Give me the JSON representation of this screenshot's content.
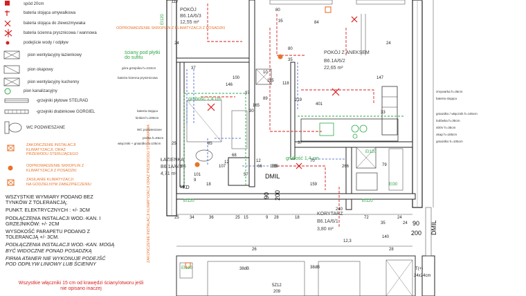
{
  "legend": {
    "items": [
      {
        "label": "bateria stojąca umywalkowa",
        "icon": "faucet-red-icon"
      },
      {
        "label": "bateria stojąca do zlewozmywaka",
        "icon": "sink-faucet-icon"
      },
      {
        "label": "bateria ścienna prysznicowa / wannowa",
        "icon": "shower-faucet-icon"
      },
      {
        "label": "podejście wody / odpływ",
        "icon": "water-point-icon"
      },
      {
        "label": "pion wentylacyjny łazienkowy",
        "icon": "bath-vent-shaft-icon"
      },
      {
        "label": "pion okapowy",
        "icon": "hood-shaft-icon"
      },
      {
        "label": "pion wentylacyjny kuchenny",
        "icon": "kitchen-vent-shaft-icon"
      },
      {
        "label": "pion kanalizacyjny",
        "icon": "sewer-shaft-icon"
      },
      {
        "label": "-grzejniki płytowe STELRAD",
        "icon": "panel-radiator-icon"
      },
      {
        "label": "-grzejniki drabinkowe GORGIEL",
        "icon": "ladder-radiator-icon"
      },
      {
        "label": "WC PODWIESZANE",
        "icon": "wall-wc-icon"
      }
    ],
    "top_note": "spód 20cm",
    "orange_items": [
      {
        "label": "ZAKOŃCZENIE INSTALACJI\nKLIMATYZACJI, ORAZ\nPRZEWODU STERUJĄCEGO",
        "icon": "ac-end-icon"
      },
      {
        "label": "ODPROWADZENIE SKROPLIN Z\nKLIMATYZACJI Z POSADZKI",
        "icon": "condensate-drain-icon"
      },
      {
        "label": "ZASILANIE KLIMATYZACJI\nNA GODZIELNYM ZABEZPIECZENIU",
        "icon": "ac-power-icon"
      }
    ]
  },
  "notes": [
    "WSZYSTKIE WYMIARY PODANO BEZ TYNKÓW Z TOLERANCJĄ;",
    "PUNKT. ELEKTRYCZNYCH : +/- 3cm",
    "PODŁĄCZENIA INSTALACJI WOD.-KAN. I GRZEJNIKÓW: +/- 2cm",
    "WYSOKOŚĆ PARAPETU PODANO Z TOLERANCJĄ +/- 3cm.",
    "PODŁĄCZENIA INSTALACJI WOD.-KAN. MOGĄ BYĆ WIDOCZNE PONAD POSADZKĄ",
    "FIRMA ATANER NIE WYKONUJE PODEJŚĆ POD ODPŁYW LINIOWY LUB ŚCIENNY"
  ],
  "footnote": "Wszystkie włączniki 15 cm od krawędzi ściany/otworu jeśli nie opisano inaczej",
  "rooms": [
    {
      "name": "POKÓJ",
      "id": "B6.1A/6/3",
      "area": "12,55 m²"
    },
    {
      "name": "POKÓJ Z ANEKSEM",
      "id": "B6.1A/6/2",
      "area": "22,65 m²"
    },
    {
      "name": "ŁAZIENKA",
      "id": "B6.1A/6/4",
      "area": "4,71 m²"
    },
    {
      "name": "KORYTARZ",
      "id": "B6.1A/6/1",
      "area": "3,80 m²"
    }
  ],
  "plan_labels": {
    "walls_note": "ściany pod płytki\ndo sufitu",
    "thickness_1": "grubość 1,4 cm",
    "thickness_2": "grubość 1,4 cm",
    "ac_drain_1": "ODPROWADZENIE SKROPLIN Z\nKLIMATYZACJI Z POSADZKI",
    "ac_drain_2": "ZAKOŃCZENIE INSTALACJI\nKLIMATYZACJI ORAZ\nPRZEWODU STEROWANIA",
    "dmil_1": "DMIL",
    "dmil_2": "DMIL",
    "kd": "KD",
    "ei_labels": [
      "EI120",
      "EI120",
      "EI120",
      "EI120",
      "EI120",
      "EI30"
    ],
    "bath_notes": [
      "góra grzejnika h=210cm",
      "bateria ścienna prysznicowa",
      "bateria stojąca",
      "kinkiet h=200cm",
      "WC podwieszane",
      "pralka h=65cm",
      "włączniki + gniazdko h=105cm"
    ],
    "kitchen_notes": [
      "zmywarka h=35cm",
      "bateria stojąca",
      "gniazdko / włącznik h=105cm",
      "lodówka h=35cm",
      "400V h=35cm",
      "okap h=185cm",
      "gniazdko h=105cm"
    ],
    "dims": [
      "117",
      "80",
      "35",
      "80",
      "35",
      "24",
      "24",
      "37",
      "10",
      "146",
      "100",
      "115",
      "84",
      "97",
      "165",
      "118",
      "30",
      "89",
      "147",
      "219",
      "401",
      "33",
      "37",
      "25",
      "85",
      "68",
      "12",
      "107",
      "61",
      "101",
      "66",
      "266",
      "79",
      "12",
      "159",
      "9",
      "18",
      "155",
      "57",
      "240",
      "25",
      "34",
      "36",
      "25",
      "15",
      "9",
      "28",
      "18",
      "72",
      "24",
      "35",
      "24",
      "140",
      "12,3",
      "26",
      "28",
      "90",
      "200",
      "90",
      "200",
      "38dB",
      "38dB",
      "5Z12",
      "209",
      "T(+)",
      "24x24cm",
      "185",
      "70",
      "10"
    ]
  }
}
